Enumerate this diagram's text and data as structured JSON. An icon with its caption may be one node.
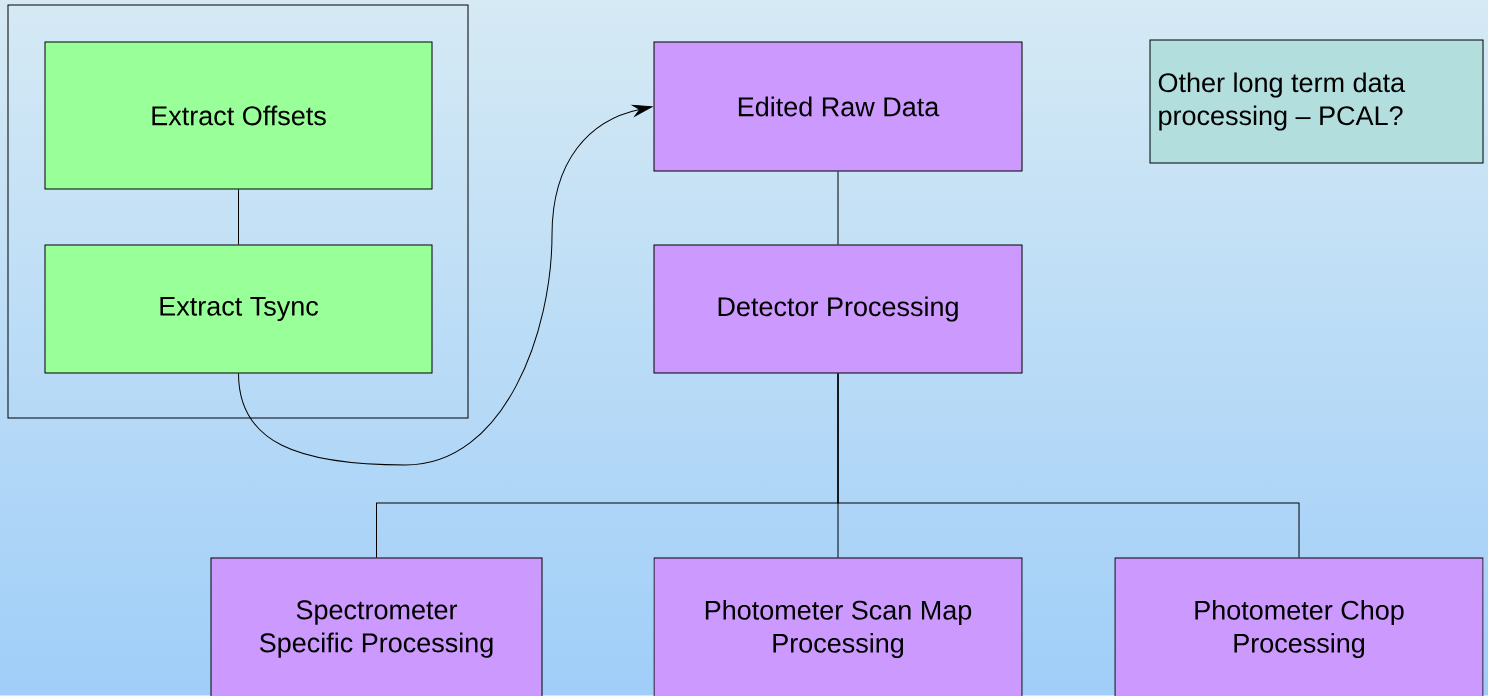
{
  "diagram": {
    "nodes": [
      {
        "text": [],
        "shape": "box"
      },
      {
        "text": [
          "Extract Offsets"
        ],
        "in": 0
      },
      {
        "text": [
          "Extract Tsync"
        ],
        "in": 0
      },
      {
        "text": [
          "Edited Raw Data"
        ]
      },
      {
        "text": [
          "Other long term data processing – PCAL?"
        ]
      },
      {
        "text": [
          "Detector Processing"
        ]
      },
      {
        "text": [
          "Spectrometer Specific Processing"
        ]
      },
      {
        "text": [
          "Photometer Scan Map Processing"
        ]
      },
      {
        "text": [
          "Photometer Chop Processing"
        ]
      }
    ],
    "edges": [
      {
        "from": 1,
        "to": 2,
        "arrow": "none"
      },
      {
        "from": 2,
        "to": 3,
        "arrow": "to"
      },
      {
        "from": 3,
        "to": 5,
        "arrow": "none"
      },
      {
        "from": 5,
        "to": 6,
        "arrow": "none"
      },
      {
        "from": 5,
        "to": 7,
        "arrow": "none"
      },
      {
        "from": 5,
        "to": 8,
        "arrow": "none"
      }
    ]
  }
}
